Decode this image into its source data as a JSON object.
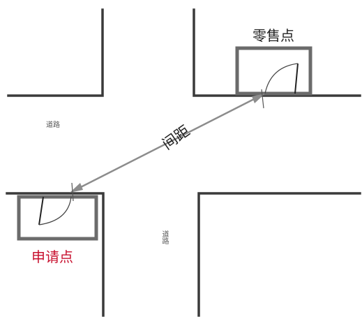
{
  "labels": {
    "retail_point": "零售点",
    "apply_point": "申请点",
    "distance": "间距",
    "road_left": "道路",
    "road_center": "道路"
  },
  "colors": {
    "wall": "#3a3a3a",
    "box": "#6b6b6b",
    "arrow": "#8c8c8c",
    "apply_text": "#c8102e",
    "default_text": "#222222",
    "road_text": "#555555"
  }
}
